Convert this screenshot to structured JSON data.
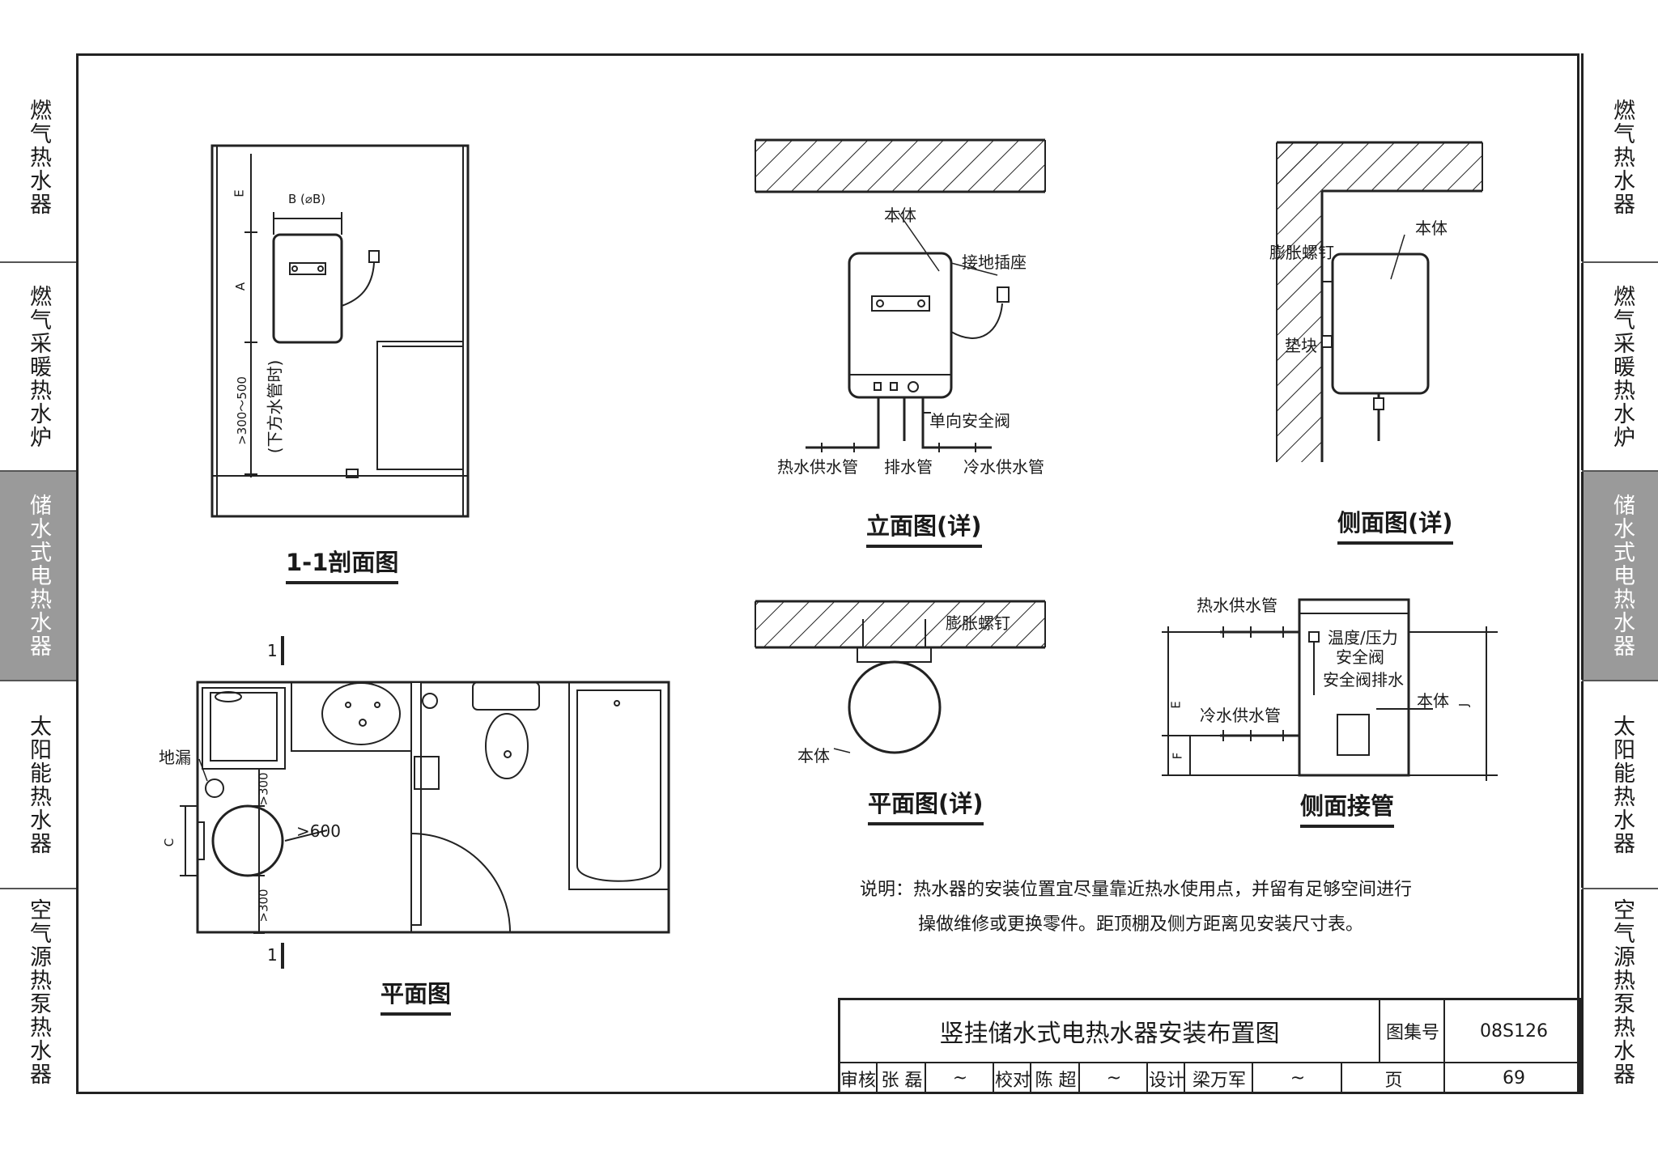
{
  "left_tabs": [
    {
      "label": "燃气热水器",
      "active": false
    },
    {
      "label": "燃气采暖热水炉",
      "active": false
    },
    {
      "label": "储水式电热水器",
      "active": true
    },
    {
      "label": "太阳能热水器",
      "active": false
    },
    {
      "label": "空气源热泵热水器",
      "active": false
    }
  ],
  "right_tabs": [
    {
      "label": "燃气热水器",
      "active": false
    },
    {
      "label": "燃气采暖热水炉",
      "active": false
    },
    {
      "label": "储水式电热水器",
      "active": true
    },
    {
      "label": "太阳能热水器",
      "active": false
    },
    {
      "label": "空气源热泵热水器",
      "active": false
    }
  ],
  "section_view": {
    "title": "1-1剖面图",
    "dim_e": "E",
    "dim_a": "A",
    "dim_b": "B (⌀B)",
    "dim_height": ">300～500",
    "dim_height_note": "(下方水管时)"
  },
  "elevation_view": {
    "title": "立面图(详)",
    "body": "本体",
    "socket": "接地插座",
    "check_valve": "单向安全阀",
    "hot_pipe": "热水供水管",
    "drain": "排水管",
    "cold_pipe": "冷水供水管"
  },
  "side_view": {
    "title": "侧面图(详)",
    "bolt": "膨胀螺钉",
    "body": "本体",
    "pad": "垫块"
  },
  "floor_plan": {
    "title": "平面图",
    "section_mark": "1",
    "floor_drain": "地漏",
    "dim_300_top": ">300",
    "dim_600": ">600",
    "dim_c": "C",
    "dim_300_bottom": ">300"
  },
  "plan_detail": {
    "title": "平面图(详)",
    "bolt": "膨胀螺钉",
    "body": "本体"
  },
  "side_pipe": {
    "title": "侧面接管",
    "hot_pipe": "热水供水管",
    "valve_line1": "温度/压力",
    "valve_line2": "安全阀",
    "valve_drain": "安全阀排水",
    "body": "本体",
    "cold_pipe": "冷水供水管",
    "dim_e": "E",
    "dim_f": "F",
    "dim_j": "J"
  },
  "notes": {
    "line1": "说明：热水器的安装位置宜尽量靠近热水使用点，并留有足够空间进行",
    "line2": "操做维修或更换零件。距顶棚及侧方距离见安装尺寸表。"
  },
  "title_block": {
    "title": "竖挂储水式电热水器安装布置图",
    "atlas_label": "图集号",
    "atlas_no": "08S126",
    "review_label": "审核",
    "reviewer": "张 磊",
    "check_label": "校对",
    "checker": "陈 超",
    "design_label": "设计",
    "designer": "梁万军",
    "page_label": "页",
    "page_no": "69"
  }
}
